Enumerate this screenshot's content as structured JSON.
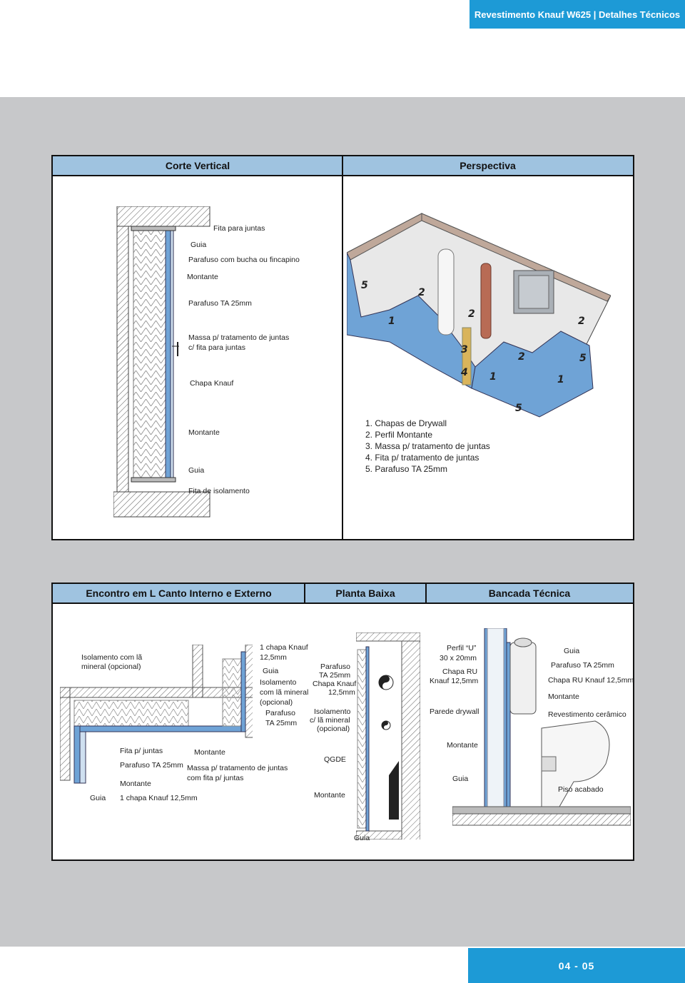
{
  "header": {
    "title": "Revestimento Knauf W625 | Detalhes Técnicos"
  },
  "panel1": {
    "col1_title": "Corte Vertical",
    "col2_title": "Perspectiva",
    "corte_labels": {
      "fita_juntas": "Fita para juntas",
      "guia_top": "Guia",
      "parafuso_bucha": "Parafuso com bucha ou fincapino",
      "montante_top": "Montante",
      "parafuso_ta": "Parafuso TA 25mm",
      "massa_l1": "Massa p/ tratamento de juntas",
      "massa_l2": "c/ fita para juntas",
      "chapa": "Chapa Knauf",
      "montante_bottom": "Montante",
      "guia_bottom": "Guia",
      "fita_isolamento": "Fita de isolamento"
    },
    "legend": [
      "1. Chapas de Drywall",
      "2. Perfil Montante",
      "3. Massa p/ tratamento de juntas",
      "4. Fita p/ tratamento de juntas",
      "5. Parafuso TA 25mm"
    ],
    "perspective_numbers": [
      "5",
      "1",
      "2",
      "2",
      "3",
      "4",
      "1",
      "2",
      "1",
      "5",
      "5",
      "2"
    ]
  },
  "panel2": {
    "col1_title": "Encontro em L Canto Interno e Externo",
    "col2_title": "Planta Baixa",
    "col3_title": "Bancada Técnica",
    "encontro": {
      "iso_l1": "Isolamento com lã",
      "iso_l2": "mineral (opcional)",
      "chapa_l1": "1 chapa Knauf",
      "chapa_l2": "12,5mm",
      "guia_r": "Guia",
      "iso2_l1": "Isolamento",
      "iso2_l2": "com lã mineral",
      "iso2_l3": "(opcional)",
      "paraf_l1": "Parafuso",
      "paraf_l2": "TA 25mm",
      "fita": "Fita p/ juntas",
      "montante_mid": "Montante",
      "parafuso_ta": "Parafuso TA 25mm",
      "massa_l1": "Massa p/ tratamento de juntas",
      "massa_l2": "com fita p/ juntas",
      "montante_low": "Montante",
      "guia_low": "Guia",
      "chapa_low": "1 chapa Knauf 12,5mm"
    },
    "planta": {
      "paraf_l1": "Parafuso",
      "paraf_l2": "TA 25mm",
      "chapa_l1": "Chapa Knauf",
      "chapa_l2": "12,5mm",
      "iso_l1": "Isolamento",
      "iso_l2": "c/ lã mineral",
      "iso_l3": "(opcional)",
      "qgde": "QGDE",
      "montante": "Montante",
      "guia": "Guia"
    },
    "bancada": {
      "perfil_l1": "Perfil “U”",
      "perfil_l2": "30 x 20mm",
      "chapa_ru_l1": "Chapa RU",
      "chapa_ru_l2": "Knauf 12,5mm",
      "parede": "Parede drywall",
      "guia_top": "Guia",
      "parafuso": "Parafuso TA 25mm",
      "chapa_ru_r": "Chapa RU Knauf 12,5mm",
      "montante_r": "Montante",
      "revest": "Revestimento cerâmico",
      "montante_mid": "Montante",
      "guia_low": "Guia",
      "piso": "Piso acabado"
    }
  },
  "footer": {
    "pages": "04 - 05"
  },
  "colors": {
    "accent": "#1d9ad6",
    "panel_head": "#9fc3e0",
    "band": "#c7c8ca",
    "board": "#6fa3d6"
  }
}
